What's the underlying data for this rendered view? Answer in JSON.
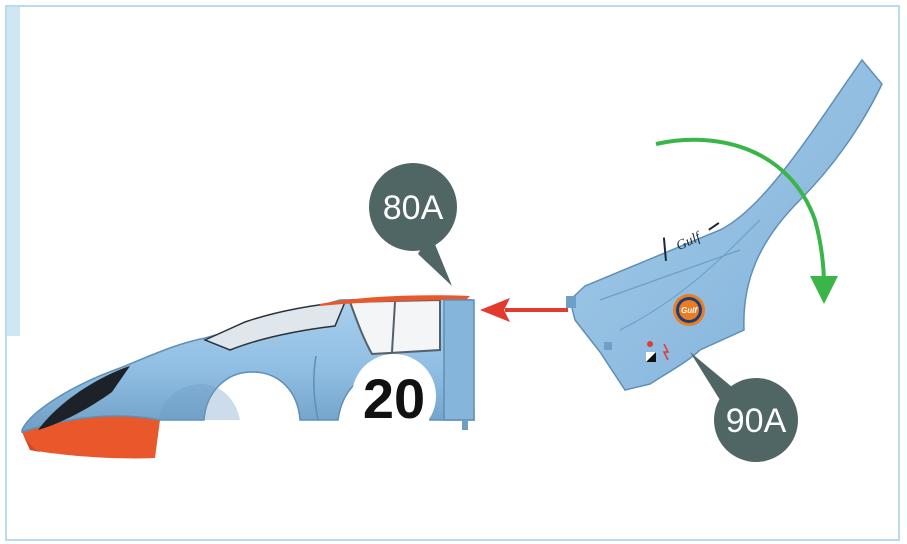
{
  "callouts": [
    {
      "id": "80A",
      "label": "80A"
    },
    {
      "id": "90A",
      "label": "90A"
    }
  ],
  "car": {
    "race_number": "20",
    "sponsor_logo": "Gulf",
    "side_lettering": "Gulf"
  },
  "arrows": {
    "move_direction": "left",
    "rotation_direction": "clockwise"
  },
  "colors": {
    "background": "#ffffff",
    "frame_border": "#b9dbee",
    "left_band": "#cfe6f3",
    "car_blue": "#8fbde2",
    "car_blue_shadow": "#5f8fb6",
    "car_orange": "#e8582b",
    "callout_bg": "#4f6665",
    "move_arrow": "#e23a2f",
    "rotate_arrow": "#3bb54a"
  }
}
